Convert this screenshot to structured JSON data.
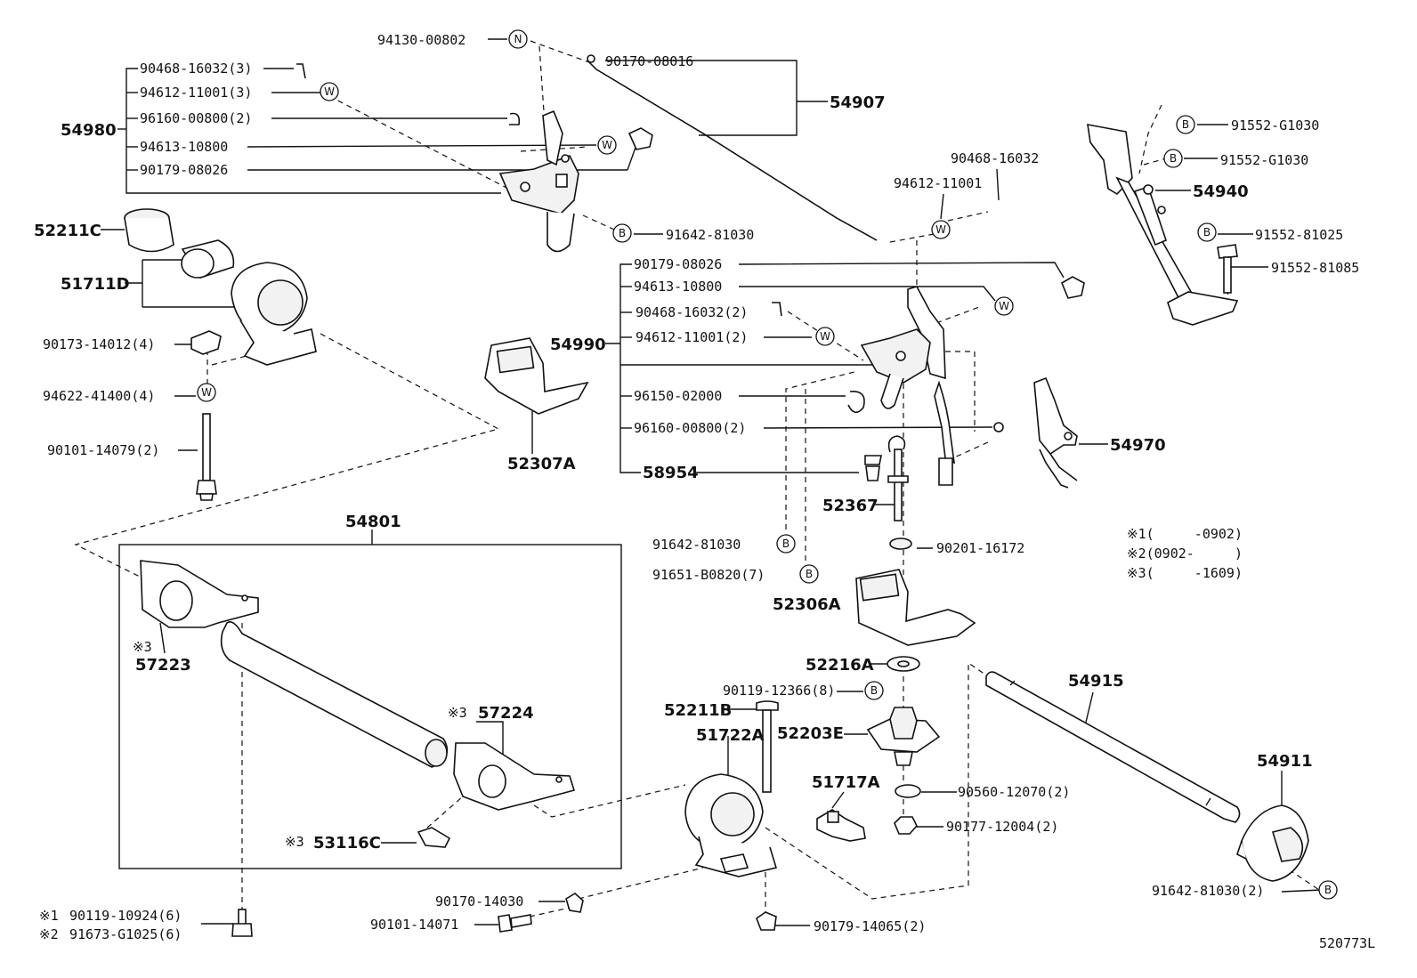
{
  "diagram_id": "520773L",
  "parts": {
    "p94130": "94130-00802",
    "p90170_08016": "90170-08016",
    "p54907": "54907",
    "p54980": "54980",
    "p90468_16032_3": "90468-16032(3)",
    "p94612_11001_3": "94612-11001(3)",
    "p96160_00800_2a": "96160-00800(2)",
    "p94613_10800a": "94613-10800",
    "p90179_08026a": "90179-08026",
    "p91642_81030a": "91642-81030",
    "p52211C": "52211C",
    "p51711D": "51711D",
    "p90173": "90173-14012(4)",
    "p94622": "94622-41400(4)",
    "p90101_14079": "90101-14079(2)",
    "p52307A": "52307A",
    "p90468_16032b": "90468-16032",
    "p94612_11001b": "94612-11001",
    "p54990": "54990",
    "p90179_08026b": "90179-08026",
    "p94613_10800b": "94613-10800",
    "p90468_16032_2": "90468-16032(2)",
    "p94612_11001_2": "94612-11001(2)",
    "p96150": "96150-02000",
    "p96160_00800_2b": "96160-00800(2)",
    "p58954": "58954",
    "p52367": "52367",
    "p91642_81030b": "91642-81030",
    "p91651": "91651-B0820(7)",
    "p90201": "90201-16172",
    "p52306A": "52306A",
    "p52216A": "52216A",
    "p90119_12366": "90119-12366(8)",
    "p52211B": "52211B",
    "p51722A": "51722A",
    "p52203E": "52203E",
    "p51717A": "51717A",
    "p90560": "90560-12070(2)",
    "p90177": "90177-12004(2)",
    "p54801": "54801",
    "p57223": "57223",
    "p57224": "57224",
    "p53116C": "53116C",
    "p90119_10924": "90119-10924(6)",
    "p91673": "91673-G1025(6)",
    "p90170_14030": "90170-14030",
    "p90101_14071": "90101-14071",
    "p90179_14065": "90179-14065(2)",
    "p54915": "54915",
    "p54911": "54911",
    "p91642_81030_2": "91642-81030(2)",
    "p91552_G1030a": "91552-G1030",
    "p91552_G1030b": "91552-G1030",
    "p54940": "54940",
    "p91552_81025": "91552-81025",
    "p91552_81085": "91552-81085",
    "p54970": "54970"
  },
  "marks": {
    "n": "N",
    "w": "W",
    "b": "B",
    "ref1": "※1",
    "ref2": "※2",
    "ref3": "※3"
  },
  "legend": {
    "l1": "※1(     -0902)",
    "l2": "※2(0902-     )",
    "l3": "※3(     -1609)"
  }
}
